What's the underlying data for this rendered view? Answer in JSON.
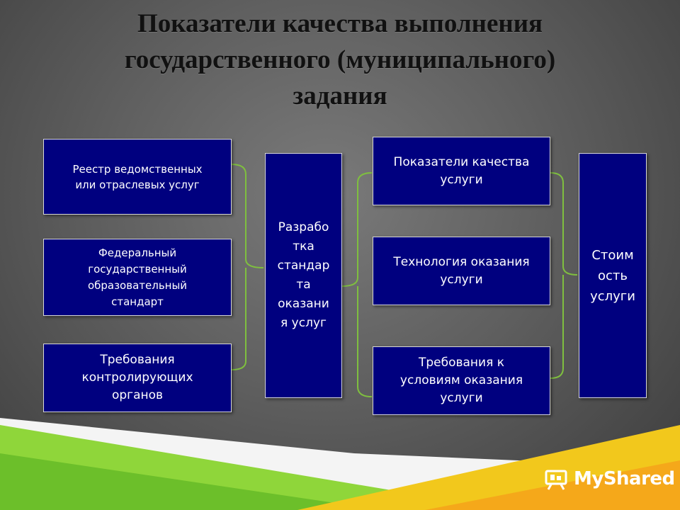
{
  "slide": {
    "title_lines": [
      "Показатели качества выполнения",
      "государственного (муниципального)",
      "задания"
    ]
  },
  "inputs": [
    {
      "label": "Реестр ведомственных\nили отраслевых услуг"
    },
    {
      "label": "Федеральный\nгосударственный\nобразовательный\nстандарт"
    },
    {
      "label": "Требования\nконтролирующих\nорганов"
    }
  ],
  "center": {
    "label": "Разрабо\nтка\nстандар\nта\nоказани\nя  услуг"
  },
  "outputs": [
    {
      "label": "Показатели качества\nуслуги"
    },
    {
      "label": "Технология оказания\nуслуги"
    },
    {
      "label": "Требования к\nусловиям оказания\nуслуги"
    }
  ],
  "result": {
    "label": "Стоим\nость\nуслуги"
  },
  "logo": {
    "text": "MyShared"
  },
  "colors": {
    "box_fill": "#00007f",
    "connector": "#7fbf3f",
    "stripe_green": "#8fd63a",
    "stripe_yellow": "#f2c81c"
  }
}
